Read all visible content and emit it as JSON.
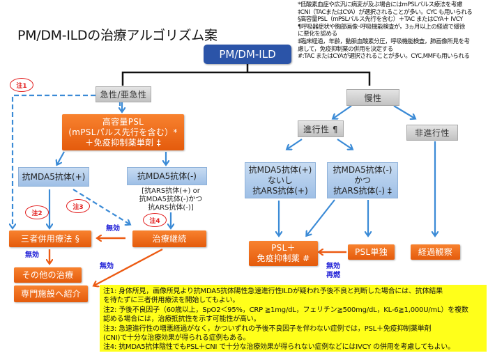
{
  "title": "PM/DM-ILDの治療アルゴリズム案",
  "footnotes": [
    "*低酸素血症や広汎に病変が及ぶ場合にはmPSLパルス療法を考慮",
    "‡CNI（TACまたはCYA）が選択されることが多い。CYC も用いられる",
    "§高容量PSL（mPSLパルス先行を含む）＋TAC またはCYA＋ IVCY",
    "¶呼吸器症状や胸部画像･呼吸機能検査が，3ヵ月以上の経過で緩徐",
    "に悪化を認める",
    "‡臨床経過，年齢，動脈血酸素分圧，呼吸機能検査，肺画像所見を考",
    "慮して，免疫抑制薬の併用を決定する",
    "#:TAC またはCYAが選択されることが多い。CYC,MMFも用いられる"
  ],
  "nodes": {
    "root": "PM/DM-ILD",
    "acute": "急性/亜急性",
    "chronic": "慢性",
    "high_dose_psl": [
      "高容量PSL",
      "(mPSLパルス先行を含む）*",
      "＋免疫抑制薬単剤 ‡"
    ],
    "mda5_pos": "抗MDA5抗体(+)",
    "mda5_neg": "抗MDA5抗体(-)",
    "mda5_neg_detail": [
      "[抗ARS抗体(+) or",
      "抗MDA5抗体(-)かつ",
      "抗ARS抗体(-)]"
    ],
    "triple_therapy": "三者併用療法 §",
    "continue_treatment": "治療継続",
    "other_treatment": "その他の治療",
    "refer_specialist": "専門施設へ紹介",
    "progressive": "進行性 ¶",
    "non_progressive": "非進行性",
    "chronic_pos": [
      "抗MDA5抗体(+)",
      "ないし",
      "抗ARS抗体(+)"
    ],
    "chronic_neg": [
      "抗MDA5抗体(-)",
      "かつ",
      "抗ARS抗体(-) ‡"
    ],
    "psl_immuno": [
      "PSL＋",
      "免疫抑制薬 #"
    ],
    "psl_alone": "PSL単独",
    "observation": "経過観察"
  },
  "labels": {
    "ineffective": "無効",
    "ineffective_relapse": [
      "無効",
      "再燃"
    ]
  },
  "note_markers": [
    "注1",
    "注2",
    "注3",
    "注4"
  ],
  "notes": [
    "注1: 身体所見，画像所見より抗MDA5抗体陽性急速進行性ILDが疑われ予後不良と判断した場合には、抗体結果",
    "を待たずに三者併用療法を開始してもよい。",
    "注2: 予後不良因子（60歳以上，SpO2＜95%，CRP ≧1mg/dL，フェリチン≧500mg/dL，KL-6≧1,000U/mL）を複数",
    "認める場合には，治療抵抗性を示す可能性が高い。",
    "注3: 急速進行性の増悪経過がなく，かついずれの予後不良因子を伴わない症例では，PSL＋免疫抑制薬単剤",
    "(CNI)で十分な治療効果が得られる症例もある。",
    "注4: 抗MDA5抗体陰性でもPSL＋CNI で十分な治療効果が得られない症例などにはIVCY の併用を考慮してもよい。"
  ],
  "colors": {
    "root_blue": "#2b54a8",
    "orange": "#f0701e",
    "light_blue": "#a9c7ea",
    "arrow_blue": "#3a8ad6",
    "arrow_orange": "#ec5a12",
    "note_red": "#e21b1b",
    "ineffective_text": "#1a1ad6",
    "note_box_yellow": "#ffff1a"
  }
}
